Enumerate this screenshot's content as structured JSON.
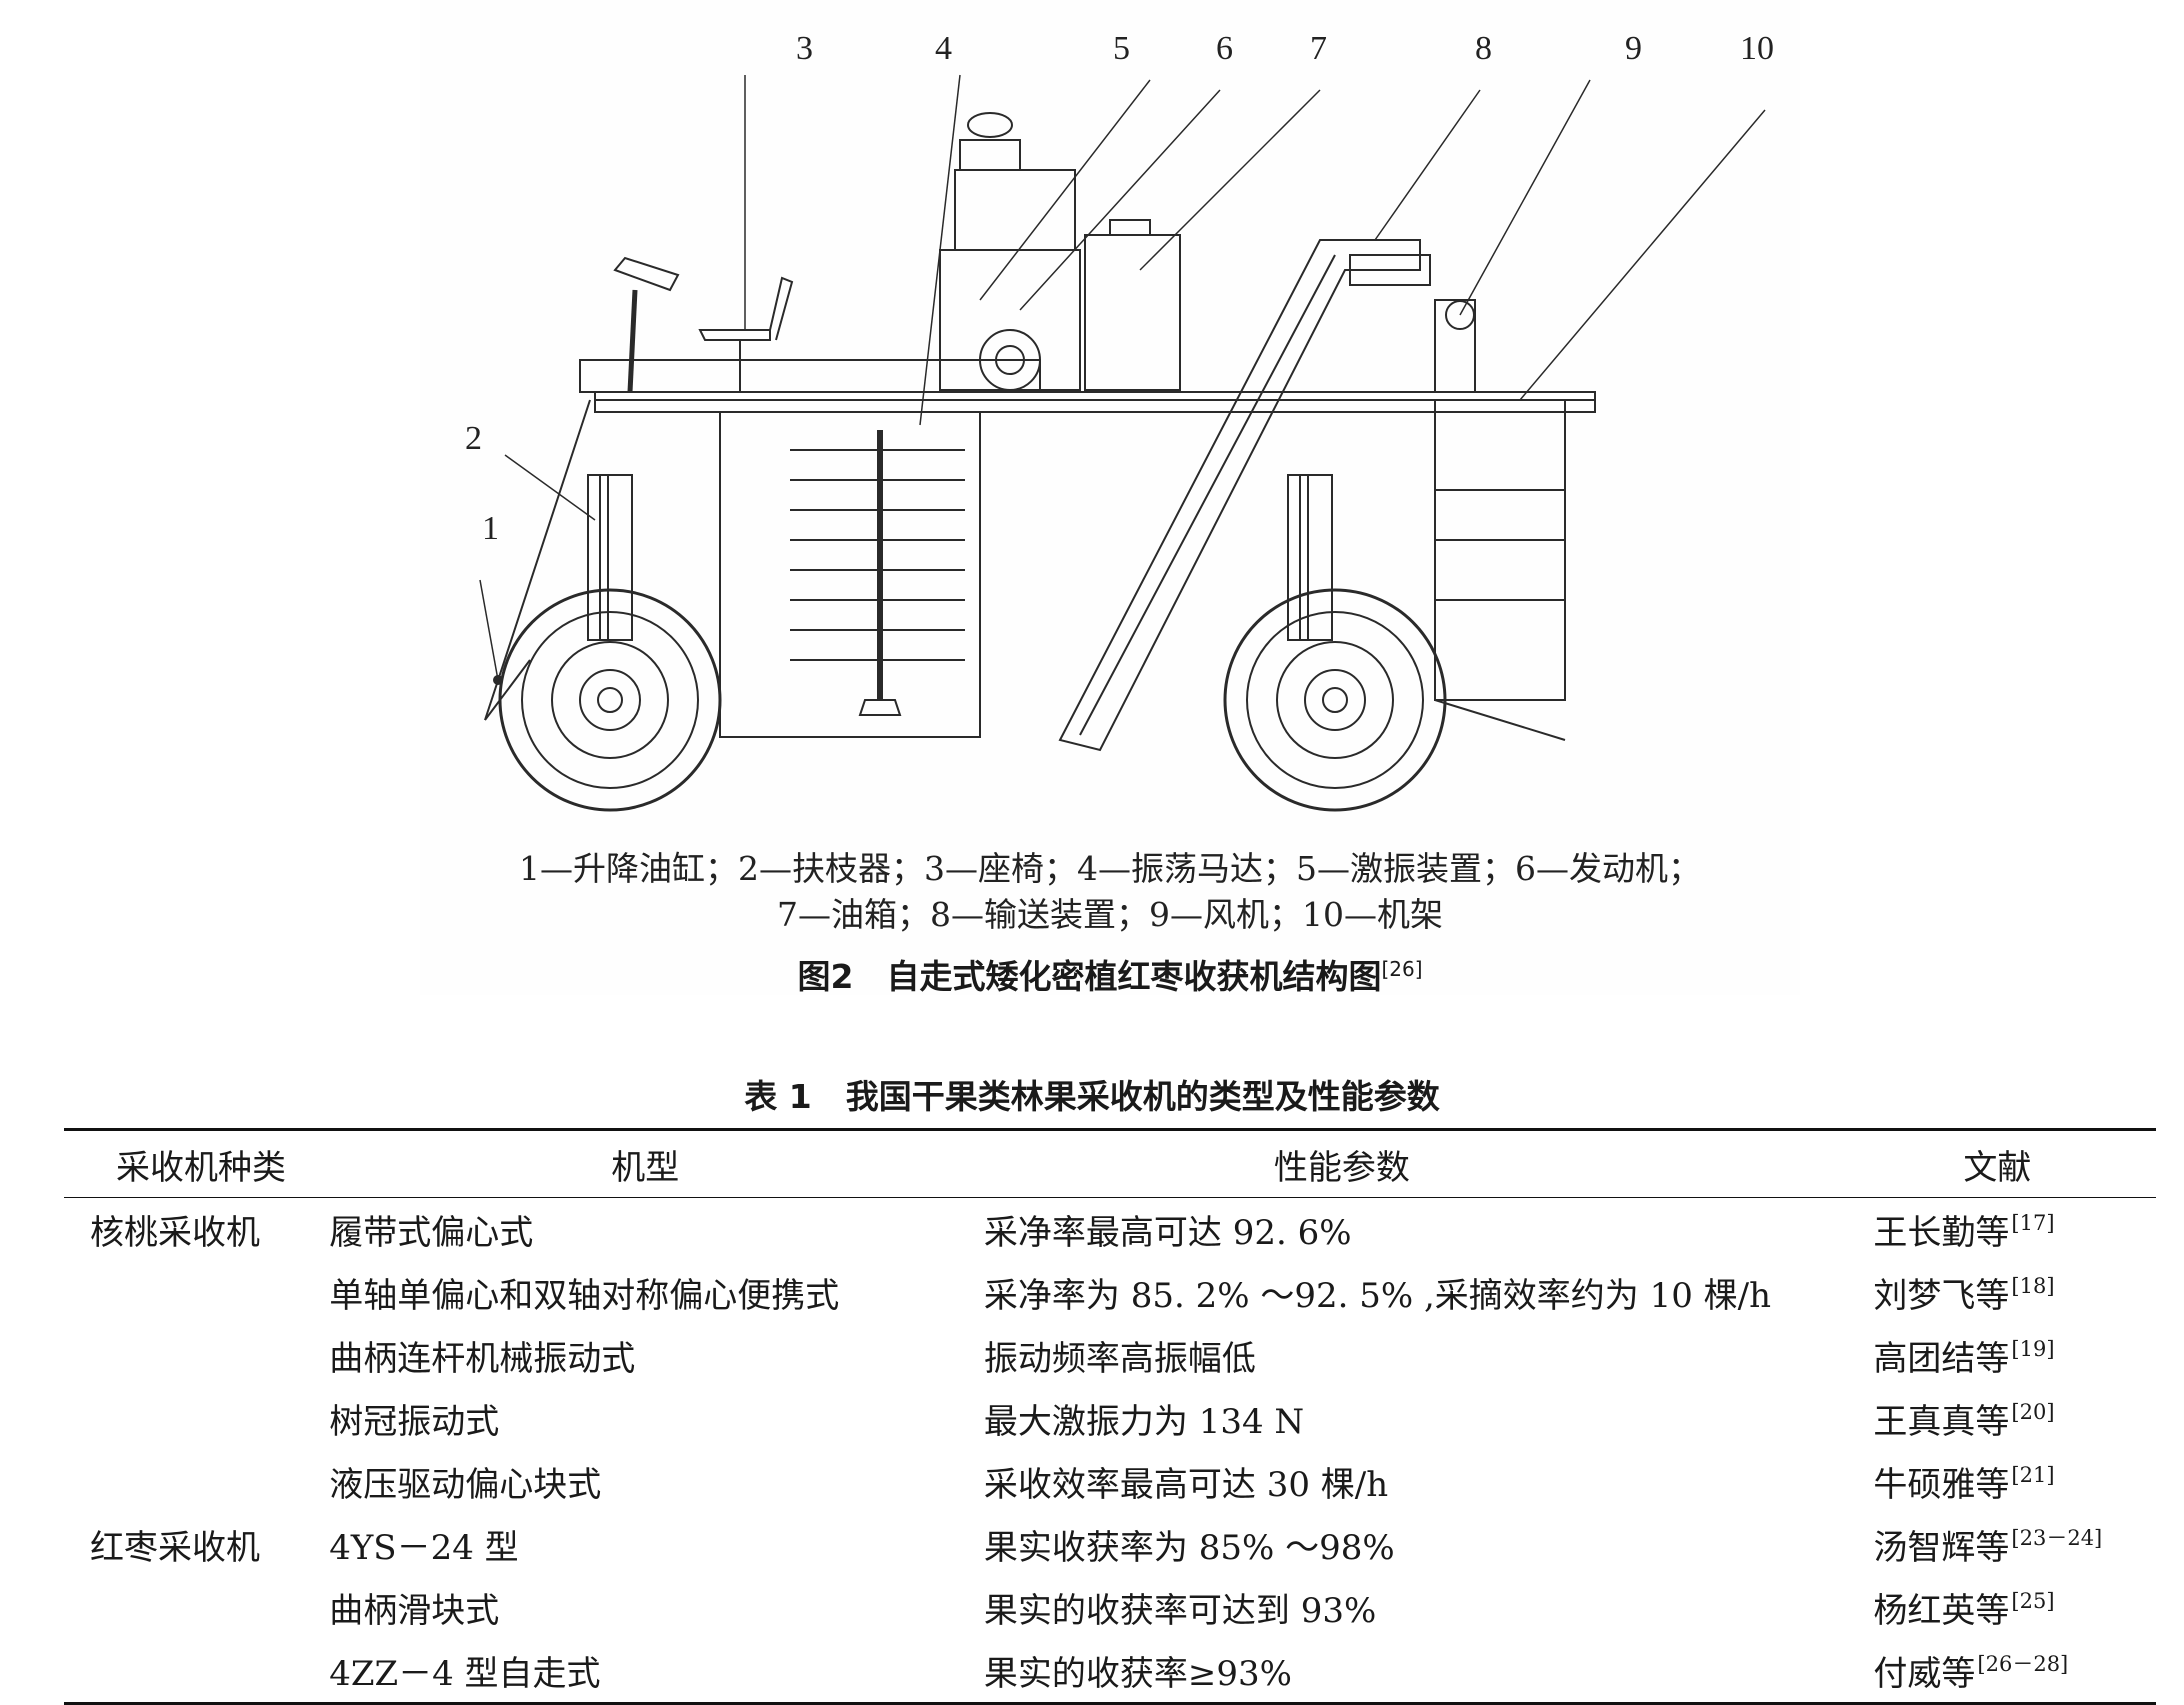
{
  "figure": {
    "callouts": [
      "1",
      "2",
      "3",
      "4",
      "5",
      "6",
      "7",
      "8",
      "9",
      "10"
    ],
    "legend_line1": "1—升降油缸；2—扶枝器；3—座椅；4—振荡马达；5—激振装置；6—发动机；",
    "legend_line2": "7—油箱；8—输送装置；9—风机；10—机架",
    "caption": "图2　自走式矮化密植红枣收获机结构图",
    "caption_ref": "[26]"
  },
  "table": {
    "label": "表 1",
    "title": "我国干果类林果采收机的类型及性能参数",
    "headers": [
      "采收机种类",
      "机型",
      "性能参数",
      "文献"
    ],
    "rows": [
      {
        "category": "核桃采收机",
        "model": "履带式偏心式",
        "performance": "采净率最高可达 92. 6%",
        "ref": "王长勤等",
        "ref_num": "[17]"
      },
      {
        "category": "",
        "model": "单轴单偏心和双轴对称偏心便携式",
        "performance": "采净率为 85. 2% ～92. 5% ,采摘效率约为 10 棵/h",
        "ref": "刘梦飞等",
        "ref_num": "[18]"
      },
      {
        "category": "",
        "model": "曲柄连杆机械振动式",
        "performance": "振动频率高振幅低",
        "ref": "高团结等",
        "ref_num": "[19]"
      },
      {
        "category": "",
        "model": "树冠振动式",
        "performance": "最大激振力为 134 N",
        "ref": "王真真等",
        "ref_num": "[20]"
      },
      {
        "category": "",
        "model": "液压驱动偏心块式",
        "performance": "采收效率最高可达 30 棵/h",
        "ref": "牛硕雅等",
        "ref_num": "[21]"
      },
      {
        "category": "红枣采收机",
        "model": "4YS－24 型",
        "performance": "果实收获率为 85% ～98%",
        "ref": "汤智辉等",
        "ref_num": "[23－24]"
      },
      {
        "category": "",
        "model": "曲柄滑块式",
        "performance": "果实的收获率可达到 93%",
        "ref": "杨红英等",
        "ref_num": "[25]"
      },
      {
        "category": "",
        "model": "4ZZ－4 型自走式",
        "performance": "果实的收获率≥93%",
        "ref": "付威等",
        "ref_num": "[26－28]"
      }
    ]
  }
}
